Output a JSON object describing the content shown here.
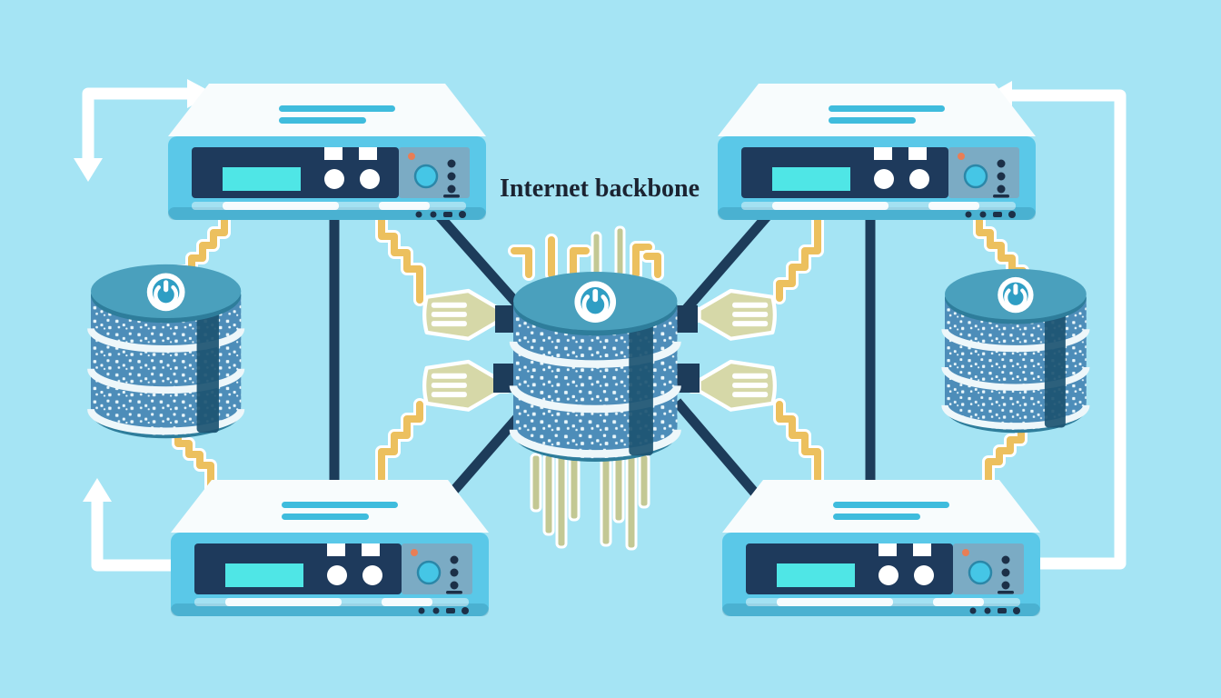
{
  "label": {
    "text": "Internet backbone"
  },
  "colors": {
    "background": "#a5e4f4",
    "router_top": "#f8fcfd",
    "router_top_line": "#3fbcdd",
    "router_body": "#5ac8e8",
    "router_panel": "#1e3a5c",
    "router_display": "#4fe6e6",
    "router_side": "#7babc4",
    "led_orange": "#e87e56",
    "button_cyan": "#45c6e6",
    "dot_navy": "#1c3048",
    "line_navy": "#1d3c5a",
    "cable_yellow": "#ecc05e",
    "fork_khaki": "#d6d8a8",
    "bar_olive": "#c3c894",
    "db_top": "#4aa0bd",
    "db_top_rim": "#2e7d9b",
    "db_band": "#4d8db9",
    "db_side": "#1d5472",
    "db_separator": "#eef7fa",
    "db_icon": "#2f9ec4",
    "arrow_white": "#ffffff",
    "text_color": "#1b2331"
  },
  "components": {
    "routers": [
      {
        "name": "router-top-left"
      },
      {
        "name": "router-top-right"
      },
      {
        "name": "router-bottom-left"
      },
      {
        "name": "router-bottom-right"
      }
    ],
    "databases": [
      {
        "name": "database-left",
        "icon": "power-icon"
      },
      {
        "name": "database-center",
        "icon": "power-icon"
      },
      {
        "name": "database-right",
        "icon": "power-icon"
      }
    ]
  }
}
